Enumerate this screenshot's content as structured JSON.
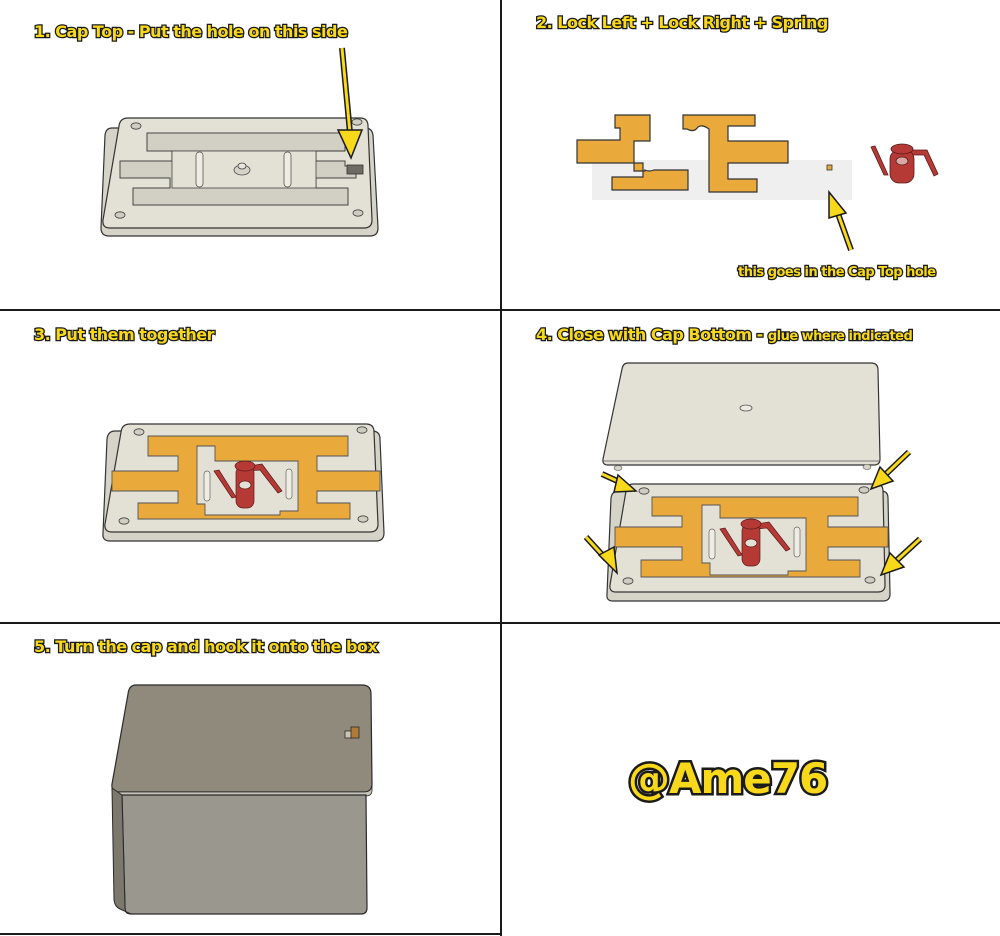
{
  "steps": [
    {
      "number": "1.",
      "title": "1. Cap Top - Put the hole on this side"
    },
    {
      "number": "2.",
      "title": "2. Lock Left + Lock Right + Spring",
      "note": "this goes in the Cap Top hole"
    },
    {
      "number": "3.",
      "title": "3. Put them together"
    },
    {
      "number": "4.",
      "title_main": "4. Close with Cap Bottom - ",
      "title_sub": "glue  where indicated"
    },
    {
      "number": "5.",
      "title": "5. Turn the cap and hook it onto the box"
    }
  ],
  "credit": "@Ame76",
  "colors": {
    "label_fill": "#f7d81a",
    "label_outline": "#1a1a1a",
    "plate": "#e3e0d6",
    "lock": "#e9a93b",
    "spring": "#b53a35",
    "box": "#8f8a7c",
    "arrow": "#f7d81a",
    "grid": "#1a1a1a"
  }
}
